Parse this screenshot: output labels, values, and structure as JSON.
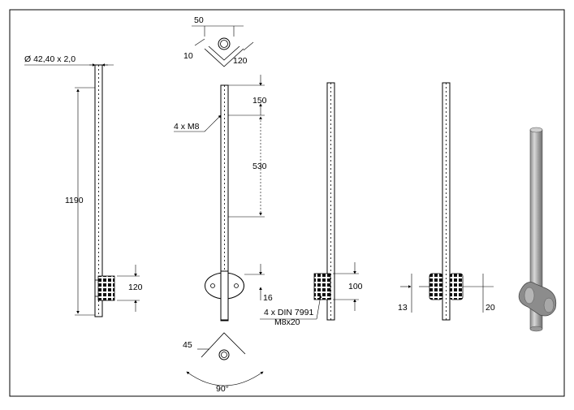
{
  "drawing": {
    "pipe_spec": "Ø 42,40 x 2,0",
    "dims": {
      "top_width": "50",
      "top_offset": "10",
      "top_depth": "120",
      "total_height": "1190",
      "top_to_hole": "150",
      "hole_spacing": "530",
      "bracket_height_left": "120",
      "bottom_gap": "16",
      "bracket_height_mid": "100",
      "side_left": "13",
      "side_right": "20",
      "corner_offset": "45",
      "corner_angle": "90°"
    },
    "callouts": {
      "bolts": "4 x M8",
      "screws_line1": "4 x DIN 7991",
      "screws_line2": "M8x20"
    }
  }
}
